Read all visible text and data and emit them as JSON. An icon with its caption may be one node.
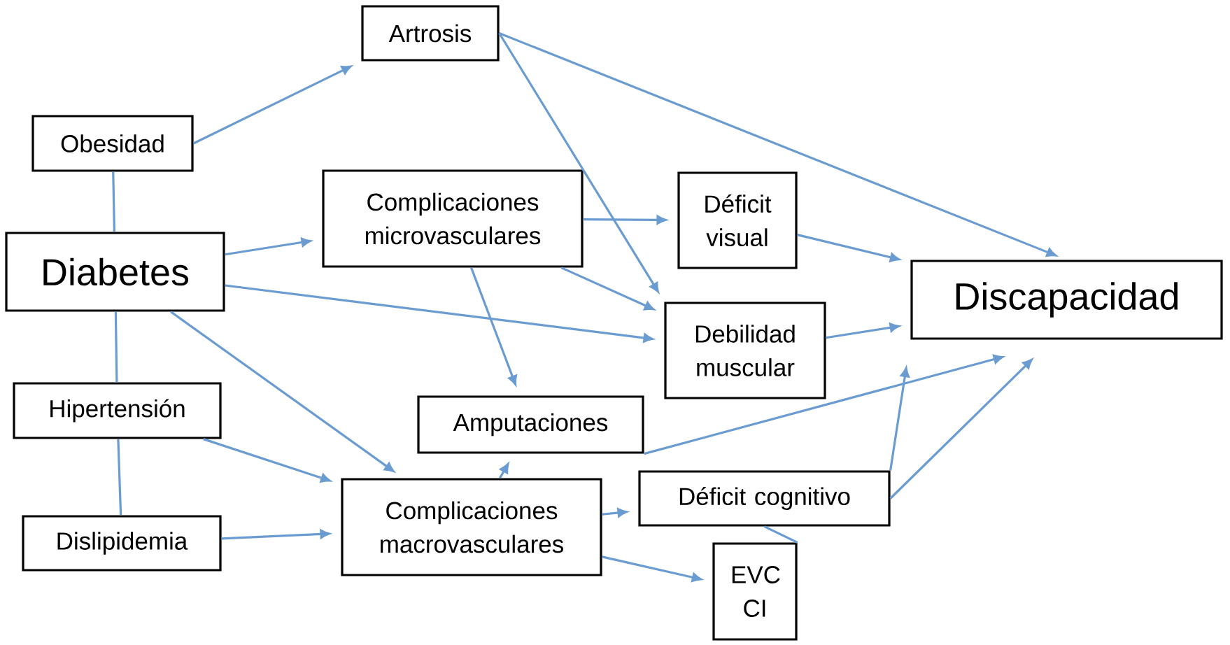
{
  "diagram": {
    "nodes": [
      {
        "text": [
          "Artrosis"
        ]
      },
      {
        "text": [
          "Obesidad"
        ]
      },
      {
        "text": [
          "Diabetes"
        ]
      },
      {
        "text": [
          "Complicaciones microvasculares"
        ]
      },
      {
        "text": [
          "Déficit visual"
        ]
      },
      {
        "text": [
          "Discapacidad"
        ]
      },
      {
        "text": [
          "Debilidad muscular"
        ]
      },
      {
        "text": [
          "Hipertensión"
        ]
      },
      {
        "text": [
          "Amputaciones"
        ]
      },
      {
        "text": [
          "Complicaciones macrovasculares"
        ]
      },
      {
        "text": [
          "Déficit cognitivo"
        ]
      },
      {
        "text": [
          "Dislipidemia"
        ]
      },
      {
        "text": [
          "EVC CI"
        ]
      }
    ],
    "edges": [
      {
        "from": 1,
        "to": 0,
        "arrow": "to"
      },
      {
        "from": 1,
        "to": 2,
        "arrow": "none"
      },
      {
        "from": 2,
        "to": 7,
        "arrow": "none"
      },
      {
        "from": 7,
        "to": 11,
        "arrow": "none"
      },
      {
        "from": 2,
        "to": 3,
        "arrow": "to"
      },
      {
        "from": 2,
        "to": 6,
        "arrow": "to"
      },
      {
        "from": 2,
        "to": 9,
        "arrow": "to"
      },
      {
        "from": 7,
        "to": 9,
        "arrow": "to"
      },
      {
        "from": 11,
        "to": 9,
        "arrow": "to"
      },
      {
        "from": 3,
        "to": 4,
        "arrow": "to"
      },
      {
        "from": 3,
        "to": 6,
        "arrow": "to"
      },
      {
        "from": 3,
        "to": 8,
        "arrow": "to"
      },
      {
        "from": 0,
        "to": 6,
        "arrow": "to"
      },
      {
        "from": 0,
        "to": 5,
        "arrow": "to"
      },
      {
        "from": 4,
        "to": 5,
        "arrow": "to"
      },
      {
        "from": 6,
        "to": 5,
        "arrow": "to"
      },
      {
        "from": 8,
        "to": 5,
        "arrow": "to"
      },
      {
        "from": 9,
        "to": 8,
        "arrow": "to"
      },
      {
        "from": 9,
        "to": 10,
        "arrow": "to"
      },
      {
        "from": 9,
        "to": 12,
        "arrow": "to"
      },
      {
        "from": 12,
        "to": 10,
        "arrow": "none"
      },
      {
        "from": 10,
        "to": 5,
        "arrow": "to"
      },
      {
        "from": 10,
        "to": 5,
        "arrow": "to"
      }
    ]
  }
}
